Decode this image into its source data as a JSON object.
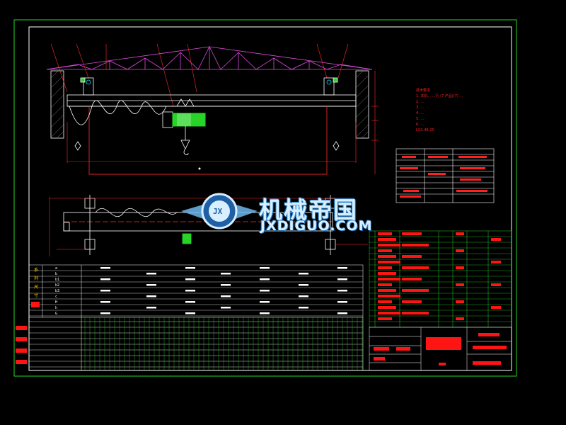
{
  "watermark": {
    "title": "机械帝国",
    "subtitle": "JXDIGUO.COM",
    "emblem_text": "JX"
  },
  "notes": [
    "技术要求",
    "1. 本机...  ...行 (7 产品)(7) ...",
    "2. ...",
    "3. ...",
    "4. ...",
    "5. ...",
    "6. ...",
    "LX2-48-20"
  ],
  "side_header_chars": [
    "系",
    "列",
    "尺",
    "寸"
  ],
  "dim_rows": [
    "a",
    "b",
    "b1",
    "b2",
    "b3",
    "c",
    "H",
    "h",
    "G"
  ],
  "colors": {
    "frame": "#27d427",
    "truss": "#e24be2",
    "structure": "#ffffff",
    "dim": "#ff2b2b",
    "hoist": "#27d427",
    "table": "#27d427",
    "accent": "#00e5ff",
    "fill_red": "#ff1414"
  }
}
